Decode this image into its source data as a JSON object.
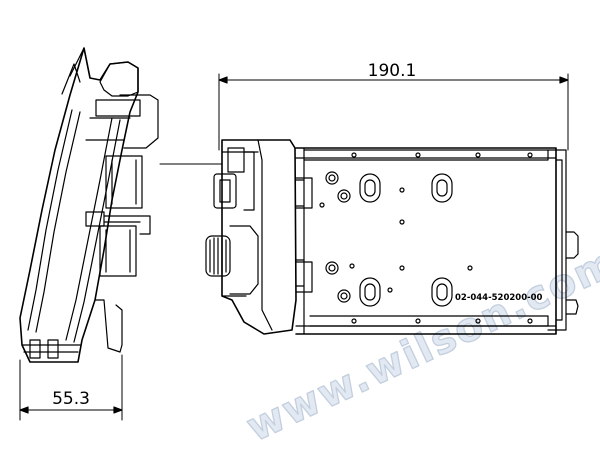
{
  "diagram": {
    "width_label": "190.1",
    "depth_label": "55.3",
    "part_number": "02-044-520200-00",
    "watermark": "www.wilson.com"
  },
  "colors": {
    "line": "#000000",
    "watermark_fill": "#e2e9f2",
    "watermark_stroke": "#c3cfde"
  }
}
